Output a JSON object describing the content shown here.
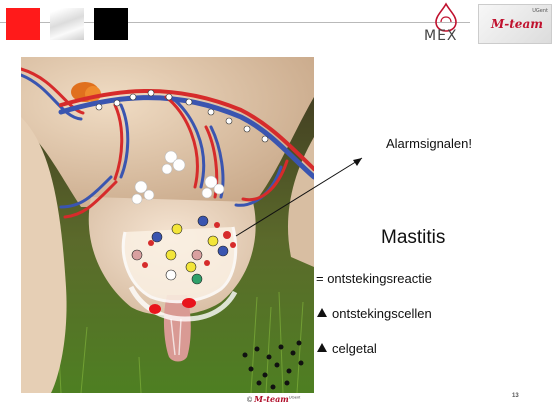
{
  "header": {
    "colors": {
      "red_square": "#ff0000",
      "black_square": "#000000",
      "brand_red": "#c0112e"
    },
    "logo_mex_text": "MEX",
    "logo_mteam_text": "M-team",
    "logo_ugent_text": "UGent"
  },
  "diagram": {
    "alarm_label": "Alarmsignalen!",
    "title": "Mastitis",
    "lines": [
      {
        "marker": "",
        "text": "= ontstekingsreactie"
      },
      {
        "marker": "triangle-up",
        "text": "ontstekingscellen"
      },
      {
        "marker": "triangle-up",
        "text": "celgetal"
      }
    ]
  },
  "footer": {
    "copyright_prefix": "©",
    "team": "M-team",
    "ugent": "UGent",
    "page_number": "13"
  }
}
